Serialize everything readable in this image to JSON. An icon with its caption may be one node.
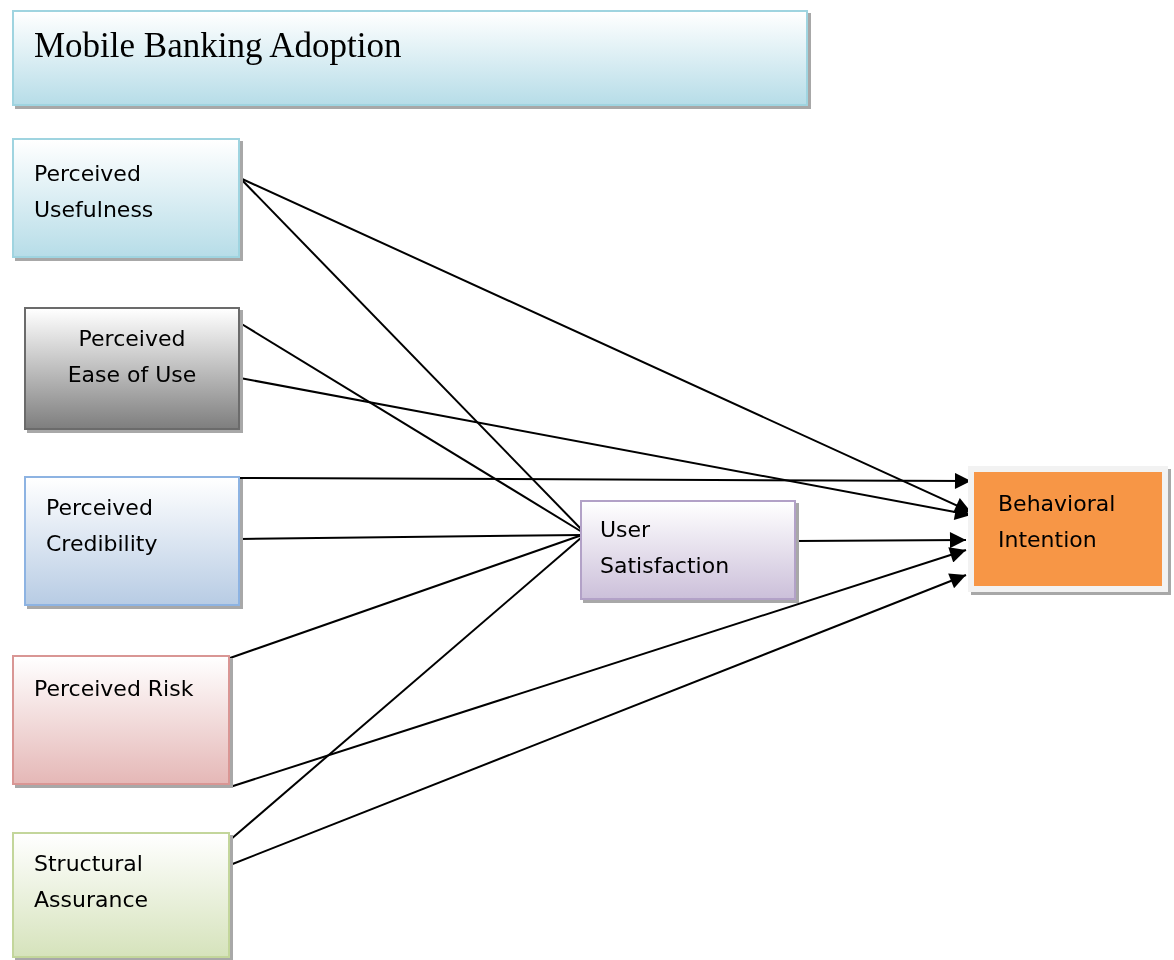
{
  "diagram": {
    "title": "Mobile Banking Adoption",
    "nodes": [
      {
        "text": [
          "Perceived Usefulness"
        ]
      },
      {
        "text": [
          "Perceived Ease of Use"
        ]
      },
      {
        "text": [
          "Perceived Credibility"
        ]
      },
      {
        "text": [
          "Perceived Risk"
        ]
      },
      {
        "text": [
          "Structural Assurance"
        ]
      },
      {
        "text": [
          "User Satisfaction"
        ]
      },
      {
        "text": [
          "Behavioral Intention"
        ]
      }
    ],
    "edges": [
      {
        "from": 0,
        "to": 5,
        "arrow": "none"
      },
      {
        "from": 0,
        "to": 6,
        "arrow": "to"
      },
      {
        "from": 1,
        "to": 5,
        "arrow": "none"
      },
      {
        "from": 1,
        "to": 6,
        "arrow": "to"
      },
      {
        "from": 2,
        "to": 6,
        "arrow": "to"
      },
      {
        "from": 2,
        "to": 5,
        "arrow": "none"
      },
      {
        "from": 3,
        "to": 5,
        "arrow": "none"
      },
      {
        "from": 3,
        "to": 6,
        "arrow": "to"
      },
      {
        "from": 4,
        "to": 5,
        "arrow": "none"
      },
      {
        "from": 4,
        "to": 6,
        "arrow": "to"
      },
      {
        "from": 5,
        "to": 6,
        "arrow": "to"
      }
    ]
  }
}
